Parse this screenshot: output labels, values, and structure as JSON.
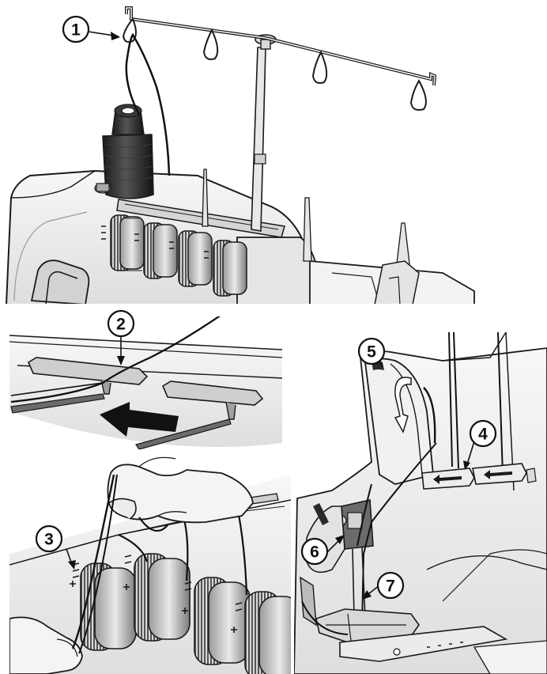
{
  "figure": {
    "panels": [
      "thread-stand-and-spool",
      "tension-disc-guide",
      "tension-dials",
      "needle-area"
    ],
    "callouts": [
      {
        "id": "1",
        "label": "1"
      },
      {
        "id": "2",
        "label": "2"
      },
      {
        "id": "3",
        "label": "3"
      },
      {
        "id": "4",
        "label": "4"
      },
      {
        "id": "5",
        "label": "5"
      },
      {
        "id": "6",
        "label": "6"
      },
      {
        "id": "7",
        "label": "7"
      }
    ],
    "colors": {
      "line": "#1a1a1a",
      "body": "#efefef",
      "shadow": "#c9c9c9",
      "dark": "#2a2a2a",
      "thread": "#111111",
      "arrow": "#111111",
      "background": "#ffffff"
    },
    "icons": [
      "push-arrow-icon",
      "thread-direction-arrow-icon",
      "left-arrow-label-icon"
    ]
  }
}
